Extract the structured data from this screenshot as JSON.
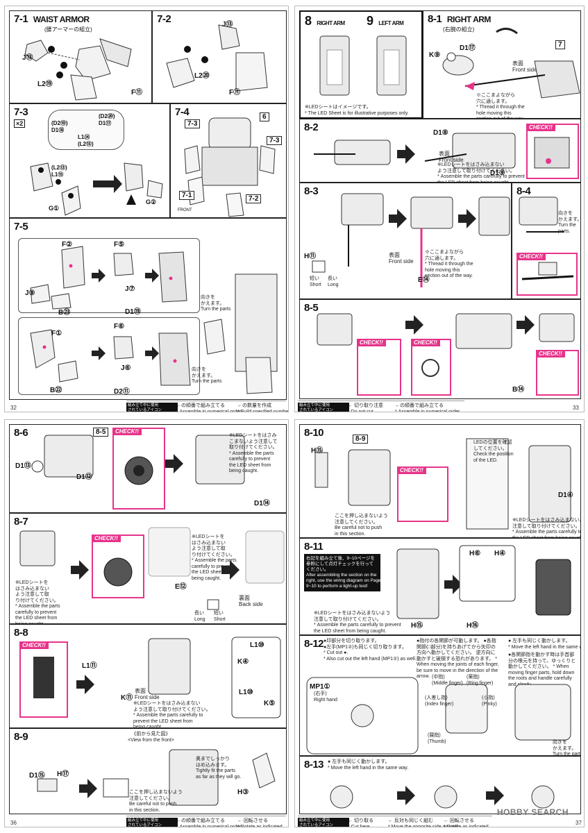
{
  "pages": {
    "p32": {
      "number": "32"
    },
    "p33": {
      "number": "33"
    },
    "p36": {
      "number": "36"
    },
    "p37": {
      "number": "37"
    }
  },
  "steps": {
    "s7_1": {
      "no": "7-1",
      "title": "WAIST ARMOR",
      "sub": "(腰アーマーの組立)",
      "parts": [
        "J⑬",
        "L2⑲",
        "F⑪"
      ]
    },
    "s7_2": {
      "no": "7-2",
      "parts": [
        "J⑬",
        "L2⑳",
        "F⑪"
      ]
    },
    "s7_3": {
      "no": "7-3",
      "x2": "×2",
      "parts": [
        "(D2⑲)",
        "D1⑱",
        "(D2⑳)",
        "D1⑰",
        "L1⑭",
        "(L2⑬)",
        "(L2⑮)",
        "L1⑮",
        "G①",
        "G②"
      ]
    },
    "s7_4": {
      "no": "7-4",
      "refs": [
        "7-3",
        "6",
        "7-3",
        "7-1",
        "7-2"
      ],
      "front": "FRONT"
    },
    "s7_5": {
      "no": "7-5",
      "parts": [
        "F②",
        "F⑤",
        "J⑨",
        "B㉓",
        "J⑦",
        "D1⑲",
        "F①",
        "F⑥",
        "J⑥",
        "B㉒",
        "D2⑪"
      ],
      "turn1": "向きを\nかえます。\nTurn the parts",
      "turn2": "向きを\nかえます。\nTurn the parts"
    },
    "s8": {
      "no": "8",
      "title": "RIGHT ARM"
    },
    "s9": {
      "no": "9",
      "title": "LEFT ARM"
    },
    "s8_note": "※LEDシートはイメージです。\n* The LED Sheet is for illustrative purposes only.",
    "s8_1": {
      "no": "8-1",
      "title": "RIGHT ARM",
      "sub": "(右腕の組立)",
      "parts": [
        "K⑨",
        "D1⑰"
      ],
      "ref": "7",
      "front_label": "表面\nFront side",
      "note": "※ここまよながら\n穴に通します。\n* Thread it through the\nhole moving this\nsection out of the way."
    },
    "s8_2": {
      "no": "8-2",
      "parts": [
        "D1⑧",
        "D1⑨"
      ],
      "front_label": "表面\nFront side",
      "note": "※LEDシートをはさみ込まない\nよう注意して取り付けてください。\n* Assemble the parts carefully to prevent\nthe LED sheet from being caught.",
      "check": "CHECK!!"
    },
    "s8_3": {
      "no": "8-3",
      "parts": [
        "H⑪",
        "E⑭"
      ],
      "front_label": "表面\nFront side",
      "note": "※ここまよながら\n穴に通します。\n* Thread it through the\nhole moving this\nsection out of the way.",
      "short": "短い\nShort",
      "long": "長い\nLong"
    },
    "s8_4": {
      "no": "8-4",
      "turn": "向きを\nかえます。\nTurn the\nparts.",
      "check": "CHECK!!"
    },
    "s8_5": {
      "no": "8-5",
      "parts": [
        "B⑭"
      ],
      "check1": "CHECK!!",
      "check2": "CHECK!!",
      "check3": "CHECK!!"
    },
    "s8_6": {
      "no": "8-6",
      "ref": "8-5",
      "parts": [
        "D1⑬",
        "D1⑫",
        "D1⑭"
      ],
      "check": "CHECK!!",
      "note": "※LEDシートをはさみ\nこまないよう注意して\n取り付けてください。\n* Assemble the parts\ncarefully to prevent\nthe LED sheet from\nbeing caught."
    },
    "s8_7": {
      "no": "8-7",
      "parts": [
        "E⑫"
      ],
      "check": "CHECK!!",
      "note1": "※LEDシートを\nはさみ込まない\nよう注意して取\nり付けてください。\n* Assemble the parts\ncarefully to prevent\nthe LED sheet from\nbeing caught.",
      "note2": "※LEDシートを\nはさみ込まない\nよう注意して取\nり付けてください。\n* Assemble the parts\ncarefully to prevent\nthe LED sheet from\nbeing caught.",
      "back": "裏面\nBack side",
      "long": "長い\nLong",
      "short": "短い\nShort"
    },
    "s8_8": {
      "no": "8-8",
      "parts": [
        "L1⑪",
        "K⑪",
        "L1⑩",
        "K④",
        "L1⑩",
        "K⑤"
      ],
      "check": "CHECK!!",
      "front_label": "表面\nFront side",
      "note": "※LEDシートをはさみ込まない\nよう注意して取り付けてください。\n* Assemble the parts carefully to\nprevent the LED sheet from\nbeing caught."
    },
    "s8_9": {
      "no": "8-9",
      "view": "《前から見た図》\n<View from the front>",
      "parts": [
        "D1⑮",
        "H⑰",
        "H③"
      ],
      "note1": "奥までしっかり\nはめ込みます。\nTightly fit the parts\nas far as they will go.",
      "note2": "ここを押し込まないよう\n注意してください。\nBe careful not to push\nin this section."
    },
    "s8_10": {
      "no": "8-10",
      "ref": "8-9",
      "parts": [
        "H⑮",
        "D1④"
      ],
      "check": "CHECK!!",
      "led_note": "LEDの位置を確認\nしてください。\nCheck the position\nof the LED.",
      "note1": "ここを押し込まないよう\n注意してください。\nBe careful not to push\nin this section.",
      "note2": "※LEDシートをはさみ込まないよう\n注意して取り付けてください。\n* Assemble the parts carefully to prevent\nthe LED sheet from being caught."
    },
    "s8_11": {
      "no": "8-11",
      "parts": [
        "H⑥",
        "H④",
        "H⑮",
        "H⑯"
      ],
      "boxnote": "右記を組み立て後、9~10ページを\n参照にして点灯チェックを行って\nください。\nAfter assembling the section on the\nright, use the wiring diagram on Page\n9~10 to perform a light-up test!",
      "note": "※LEDシートをはさみ込まないよう\n注意して取り付けてください。\n* Assemble the parts carefully to prevent\nthe LED sheet from being caught."
    },
    "s8_12": {
      "no": "8-12",
      "parts": [
        "MP1①"
      ],
      "hand": "(右手)\nRight hand",
      "cut": "●印部分を切り取ります。\n●左手(MP1②)も同じく切り取ります。\n* Cut out ●.\n* Also cut out the left hand (MP1②) as well.",
      "move": "●指付の各関節が可動します。\n●各指関節(□部分)を持ちあげてから矢印の方向へ動かしてください。\n逆方向に動かすと破損する恐れがあります。\n* When moving the joints of each finger, be sure to move in the direction of the arrow.",
      "same": "● 左手も同じく動かします。\n* Move the left hand in the same way.",
      "hold": "●各関節指を動かす時は手首部分の根元を持って、ゆっくりと動かしてください。\n* When moving finger parts, hold down the roots and handle carefully and slowly.",
      "fingers": [
        "(中指)\n(Middle finger)",
        "(薬指)\n(Ring finger)",
        "(人差し指)\n(Index finger)",
        "(小指)\n(Pinky)",
        "(親指)\n(Thumb)"
      ],
      "turn": "向きを\nかえます。\nTurn the parts"
    },
    "s8_13": {
      "no": "8-13",
      "note": "● 左手も同じく動かします。\n* Move the left hand in the same way."
    }
  },
  "legend": {
    "symbols": "組み立て中に使用\nされているアイコン\nSymbols used in instructions",
    "numerical": "←の順番で組み立てる\n* Assemble in numerical order",
    "build_x": "←の数量を作成\n* Build specified number of parts",
    "cut": "← 切り取り注意\n* Do not cut.",
    "rotate": "← 回転させる\n* Rotate as indicated.",
    "numerical2": "←の順番で組み立てる\n* Assemble in numerical order",
    "cutout": "← 切り取る\n* Cut here.",
    "opposite": "← 反対も同じく組む\n* Move the opposite side as well."
  },
  "watermark": "HOBBY SEARCH"
}
